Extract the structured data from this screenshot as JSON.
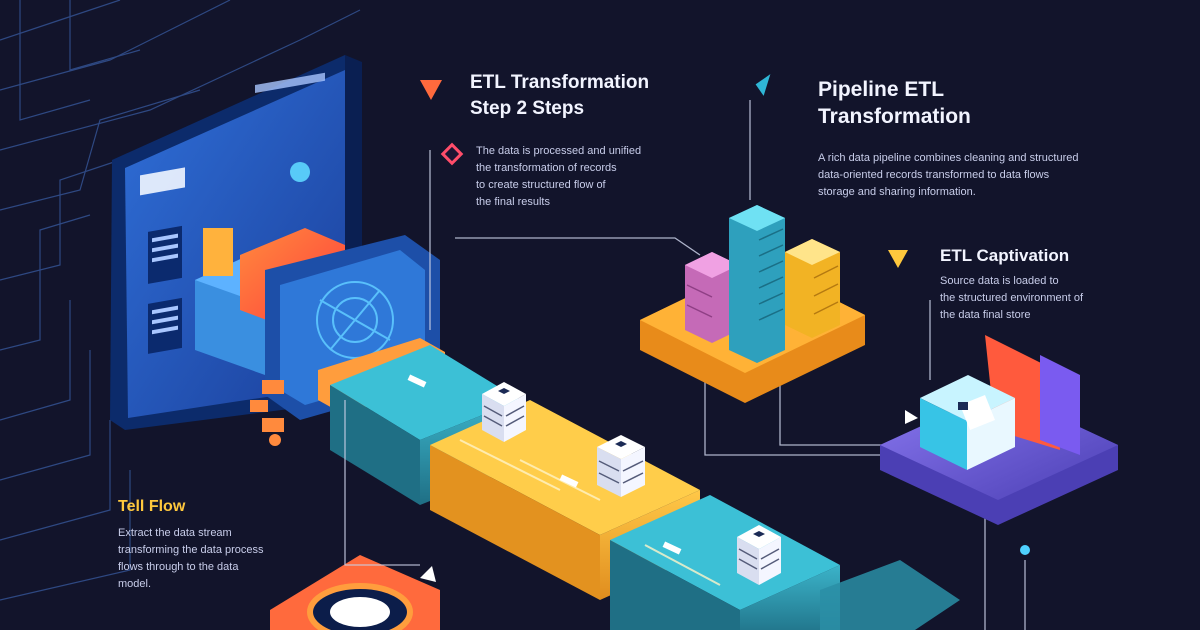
{
  "labels": {
    "transform_steps": {
      "title_line1": "ETL Transformation",
      "title_line2": "Step 2 Steps",
      "body": [
        "The data is processed and unified",
        "the transformation of records",
        "to create structured flow of",
        "the final results"
      ]
    },
    "pipeline": {
      "title_line1": "Pipeline ETL",
      "title_line2": "Transformation",
      "body": [
        "A rich data pipeline combines cleaning and structured",
        "data-oriented records transformed to data flows",
        "storage and sharing information."
      ]
    },
    "captivation": {
      "title": "ETL Captivation",
      "body": [
        "Source data is loaded to",
        "the structured environment of",
        "the data final store"
      ]
    },
    "flow": {
      "title": "Tell Flow",
      "body": [
        "Extract the data stream",
        "transforming the data process",
        "flows through to the data",
        "model."
      ]
    }
  },
  "colors": {
    "background": "#12142b",
    "orange": "#ff6a3d",
    "yellow": "#f5b335",
    "teal": "#2a8ea6",
    "cyan": "#39c1d8",
    "violet": "#6a5bd6",
    "pink": "#d97fc8",
    "blue": "#3a8fe0"
  },
  "icons": [
    "server-stack-icon",
    "chart-bars-icon",
    "database-icon",
    "monitor-icon",
    "gear-machine-icon"
  ]
}
